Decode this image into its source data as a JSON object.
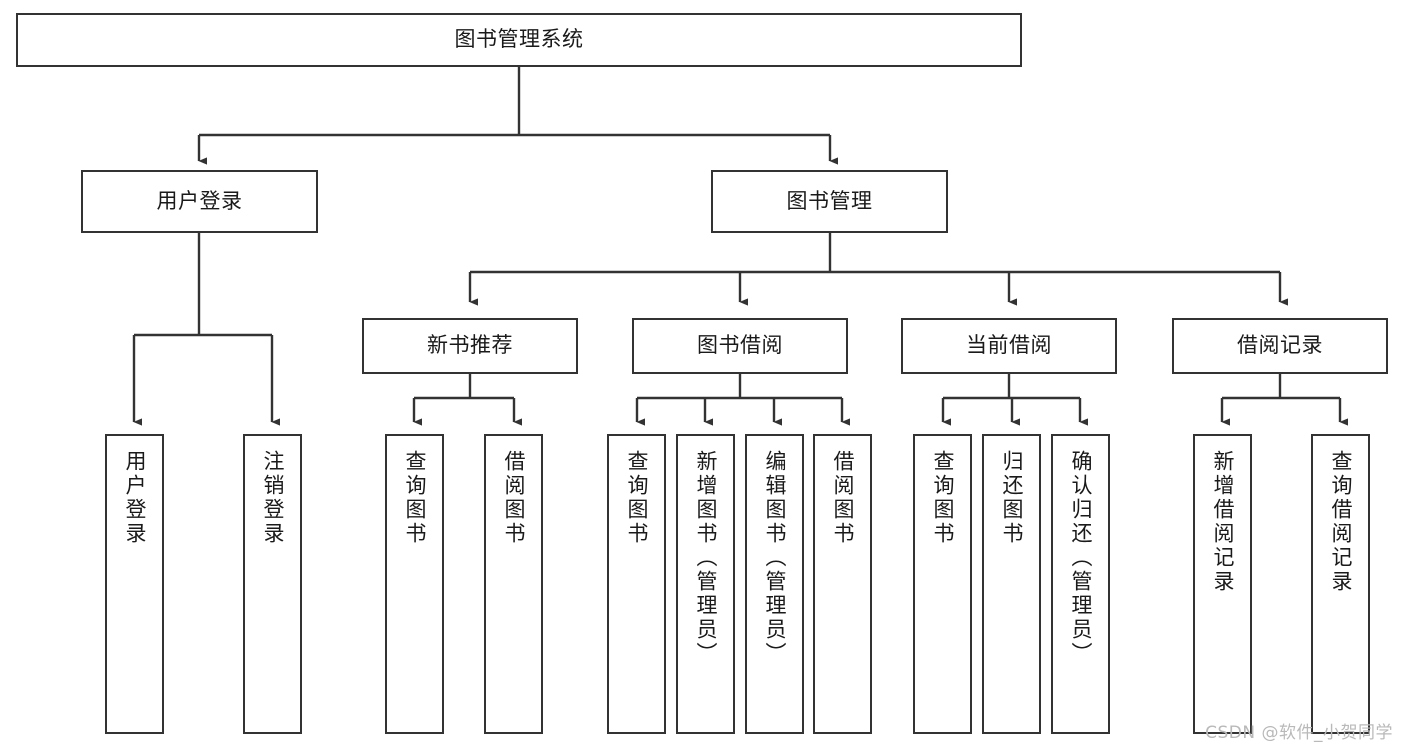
{
  "diagram": {
    "title": "图书管理系统",
    "type": "tree-hierarchy",
    "watermark": "CSDN @软件_小贺同学",
    "colors": {
      "border": "#333333",
      "background": "#ffffff",
      "text": "#1a1a1a",
      "watermark": "#b9b9b9"
    },
    "nodes": {
      "root": {
        "label": "图书管理系统"
      },
      "level2": [
        {
          "id": "user-login",
          "label": "用户登录"
        },
        {
          "id": "book-management",
          "label": "图书管理"
        }
      ],
      "level3": [
        {
          "id": "new-book-recommend",
          "label": "新书推荐"
        },
        {
          "id": "book-borrow",
          "label": "图书借阅"
        },
        {
          "id": "current-borrow",
          "label": "当前借阅"
        },
        {
          "id": "borrow-record",
          "label": "借阅记录"
        }
      ],
      "leaves": {
        "user-login": [
          {
            "id": "leaf-user-login",
            "label": "用户登录"
          },
          {
            "id": "leaf-user-logout",
            "label": "注销登录"
          }
        ],
        "new-book-recommend": [
          {
            "id": "leaf-query-book-1",
            "label": "查询图书"
          },
          {
            "id": "leaf-borrow-book-1",
            "label": "借阅图书"
          }
        ],
        "book-borrow": [
          {
            "id": "leaf-query-book-2",
            "label": "查询图书"
          },
          {
            "id": "leaf-add-book",
            "label": "新增图书（管理员）"
          },
          {
            "id": "leaf-edit-book",
            "label": "编辑图书（管理员）"
          },
          {
            "id": "leaf-borrow-book-2",
            "label": "借阅图书"
          }
        ],
        "current-borrow": [
          {
            "id": "leaf-query-book-3",
            "label": "查询图书"
          },
          {
            "id": "leaf-return-book",
            "label": "归还图书"
          },
          {
            "id": "leaf-confirm-return",
            "label": "确认归还（管理员）"
          }
        ],
        "borrow-record": [
          {
            "id": "leaf-add-record",
            "label": "新增借阅记录"
          },
          {
            "id": "leaf-query-record",
            "label": "查询借阅记录"
          }
        ]
      }
    }
  }
}
